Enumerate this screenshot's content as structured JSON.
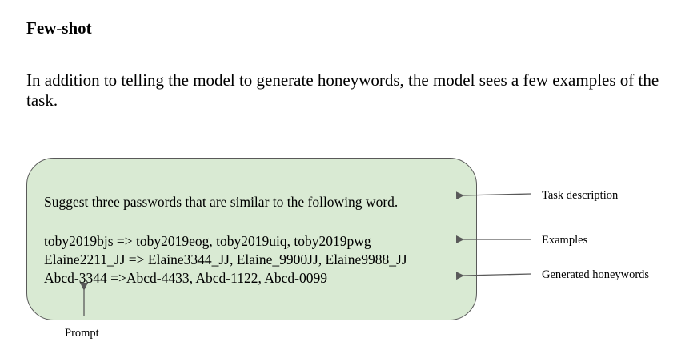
{
  "heading": "Few-shot",
  "intro": "In addition to telling the model to generate honeywords, the model sees a few examples of the task.",
  "prompt_box": {
    "task_line": "Suggest three passwords that are similar to the following word.",
    "example_lines": [
      "toby2019bjs => toby2019eog, toby2019uiq, toby2019pwg",
      "Elaine2211_JJ => Elaine3344_JJ, Elaine_9900JJ, Elaine9988_JJ"
    ],
    "generated_line": "Abcd-3344 =>Abcd-4433, Abcd-1122, Abcd-0099"
  },
  "annotations": {
    "task_description": "Task description",
    "examples": "Examples",
    "generated_honeywords": "Generated honeywords",
    "prompt": "Prompt"
  },
  "colors": {
    "box_fill": "#d9ead3",
    "box_border": "#595959",
    "arrow": "#595959"
  }
}
